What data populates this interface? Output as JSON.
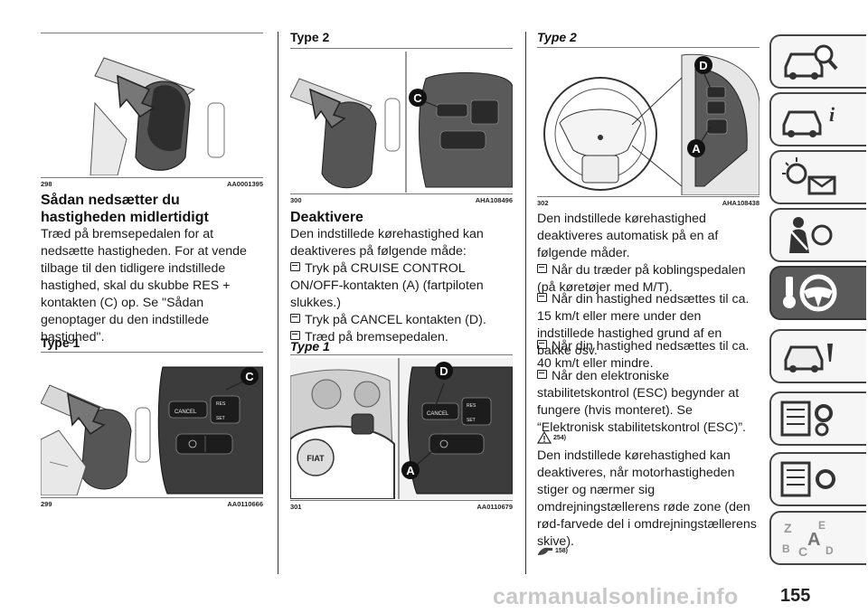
{
  "figures": {
    "f298": {
      "num": "298",
      "id": "AA0001395"
    },
    "f299": {
      "num": "299",
      "id": "AA0110666"
    },
    "f300": {
      "num": "300",
      "id": "AHA108496"
    },
    "f301": {
      "num": "301",
      "id": "AA0110679"
    },
    "f302": {
      "num": "302",
      "id": "AHA108438"
    }
  },
  "col1": {
    "heading": "Sådan nedsætter du hastigheden midlertidigt",
    "paragraph": "Træd på bremsepedalen for at nedsætte hastigheden. For at vende tilbage til den tidligere indstillede hastighed, skal du skubbe RES + kontakten (C) op. Se \"Sådan genoptager du den indstillede hastighed\".",
    "type1": "Type 1"
  },
  "col2": {
    "type2": "Type 2",
    "heading": "Deaktivere",
    "intro": "Den indstillede kørehastighed kan deaktiveres på følgende måde:",
    "bullets": [
      "Tryk på CRUISE CONTROL ON/OFF-kontakten (A) (fartpiloten slukkes.)",
      "Tryk på CANCEL kontakten (D).",
      "Træd på bremsepedalen."
    ],
    "type1": "Type 1"
  },
  "col3": {
    "type2": "Type 2",
    "intro": "Den indstillede kørehastighed deaktiveres automatisk på en af følgende måder.",
    "bullets": [
      "Når du træder på koblingspedalen (på køretøjer med M/T).",
      "Når din hastighed nedsættes til ca. 15 km/t eller mere under den indstillede hastighed grund af en bakke osv.",
      "Når din hastighed nedsættes til ca. 40 km/t eller mindre.",
      "Når den elektroniske stabilitetskontrol (ESC) begynder at fungere (hvis monteret). Se “Elektronisk stabilitetskontrol (ESC)”."
    ],
    "warn_ref": "254)",
    "para2": "Den indstillede kørehastighed kan deaktiveres, når motorhastigheden stiger og nærmer sig omdrejningstællerens røde zone (den rød-farvede del i omdrejningstællerens skive).",
    "note_ref": "158)"
  },
  "callouts": {
    "c": "C",
    "d": "D",
    "a": "A"
  },
  "switch_labels": {
    "cancel": "CANCEL",
    "res": "RES",
    "set": "SET",
    "fiat": "FIAT"
  },
  "tabs": [
    "car-search-icon",
    "car-info-icon",
    "warning-light-mail-icon",
    "seatbelt-airbag-icon",
    "key-steering-wheel-icon",
    "car-breakdown-icon",
    "maintenance-settings-icon",
    "alphabet-index-icon"
  ],
  "active_tab": 4,
  "page_number": "155",
  "watermark": "carmanualsonline.info"
}
